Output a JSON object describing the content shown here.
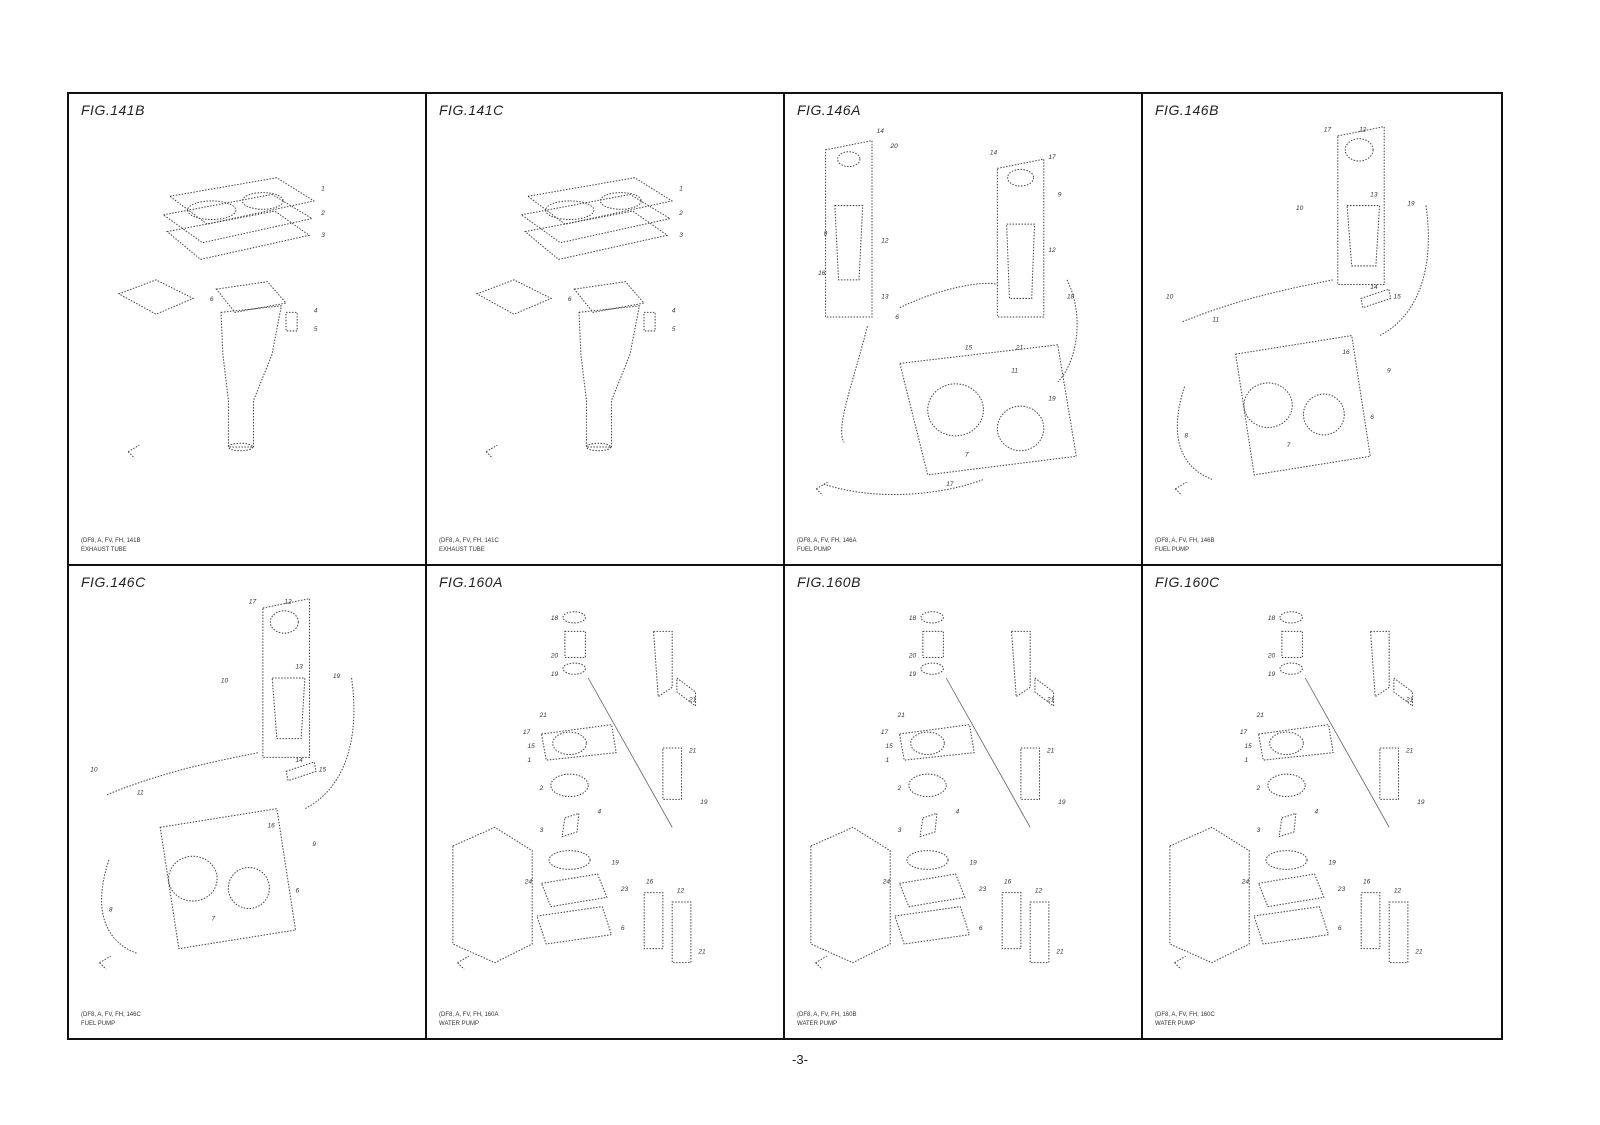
{
  "page_number": "-3-",
  "figures": [
    {
      "title": "FIG.141B",
      "caption_line1": "(DF8, A, FV, FH, 141B",
      "caption_line2": "EXHAUST TUBE",
      "callouts": [
        "1",
        "2",
        "3",
        "4",
        "5",
        "6"
      ]
    },
    {
      "title": "FIG.141C",
      "caption_line1": "(DF8, A, FV, FH, 141C",
      "caption_line2": "EXHAUST TUBE",
      "callouts": [
        "1",
        "2",
        "3",
        "4",
        "5",
        "6"
      ]
    },
    {
      "title": "FIG.146A",
      "caption_line1": "(DF8, A, FV, FH, 146A",
      "caption_line2": "FUEL PUMP",
      "callouts": [
        "14",
        "20",
        "9",
        "8",
        "12",
        "16",
        "13",
        "15",
        "17",
        "21",
        "7",
        "6",
        "11",
        "19",
        "18"
      ]
    },
    {
      "title": "FIG.146B",
      "caption_line1": "(DF8, A, FV, FH, 146B",
      "caption_line2": "FUEL PUMP",
      "callouts": [
        "17",
        "12",
        "13",
        "19",
        "10",
        "11",
        "15",
        "14",
        "16",
        "9",
        "7",
        "6",
        "8"
      ]
    },
    {
      "title": "FIG.146C",
      "caption_line1": "(DF8, A, FV, FH, 146C",
      "caption_line2": "FUEL PUMP",
      "callouts": [
        "17",
        "12",
        "13",
        "19",
        "10",
        "11",
        "15",
        "14",
        "16",
        "9",
        "7",
        "6",
        "8"
      ]
    },
    {
      "title": "FIG.160A",
      "caption_line1": "(DF8, A, FV, FH, 160A",
      "caption_line2": "WATER PUMP",
      "callouts": [
        "18",
        "20",
        "19",
        "21",
        "17",
        "15",
        "1",
        "2",
        "3",
        "4",
        "24",
        "23",
        "22",
        "6",
        "16",
        "12"
      ]
    },
    {
      "title": "FIG.160B",
      "caption_line1": "(DF8, A, FV, FH, 160B",
      "caption_line2": "WATER PUMP",
      "callouts": [
        "18",
        "20",
        "19",
        "21",
        "17",
        "15",
        "1",
        "2",
        "3",
        "4",
        "24",
        "23",
        "22",
        "6",
        "16",
        "12"
      ]
    },
    {
      "title": "FIG.160C",
      "caption_line1": "(DF8, A, FV, FH, 160C",
      "caption_line2": "WATER PUMP",
      "callouts": [
        "18",
        "20",
        "19",
        "21",
        "17",
        "15",
        "1",
        "2",
        "3",
        "4",
        "24",
        "23",
        "22",
        "6",
        "16",
        "12"
      ]
    }
  ]
}
